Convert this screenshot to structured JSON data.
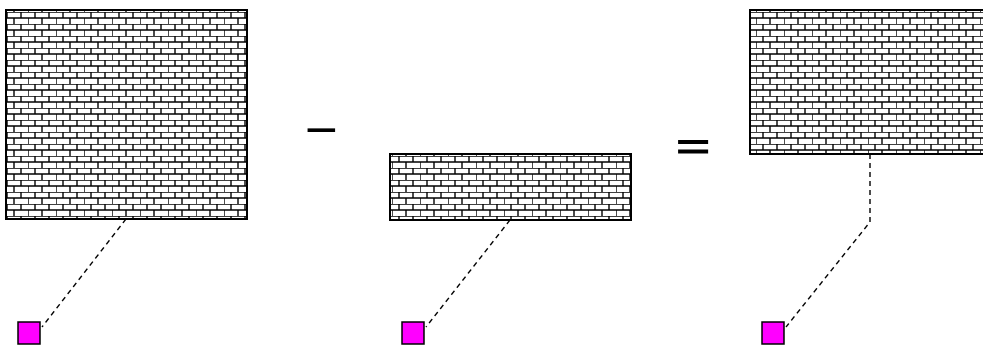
{
  "equation": {
    "operator_minus": "−",
    "operator_equals": "="
  },
  "style": {
    "outline_color": "#000000",
    "mortar_color": "#ffffff",
    "marker_fill": "#ff00ff",
    "connector_color": "#000000",
    "pattern": "brick-hatch"
  },
  "parts": [
    {
      "id": "minuend",
      "pattern": "brick-hatch"
    },
    {
      "id": "subtrahend",
      "pattern": "brick-hatch"
    },
    {
      "id": "difference",
      "pattern": "brick-hatch"
    }
  ]
}
